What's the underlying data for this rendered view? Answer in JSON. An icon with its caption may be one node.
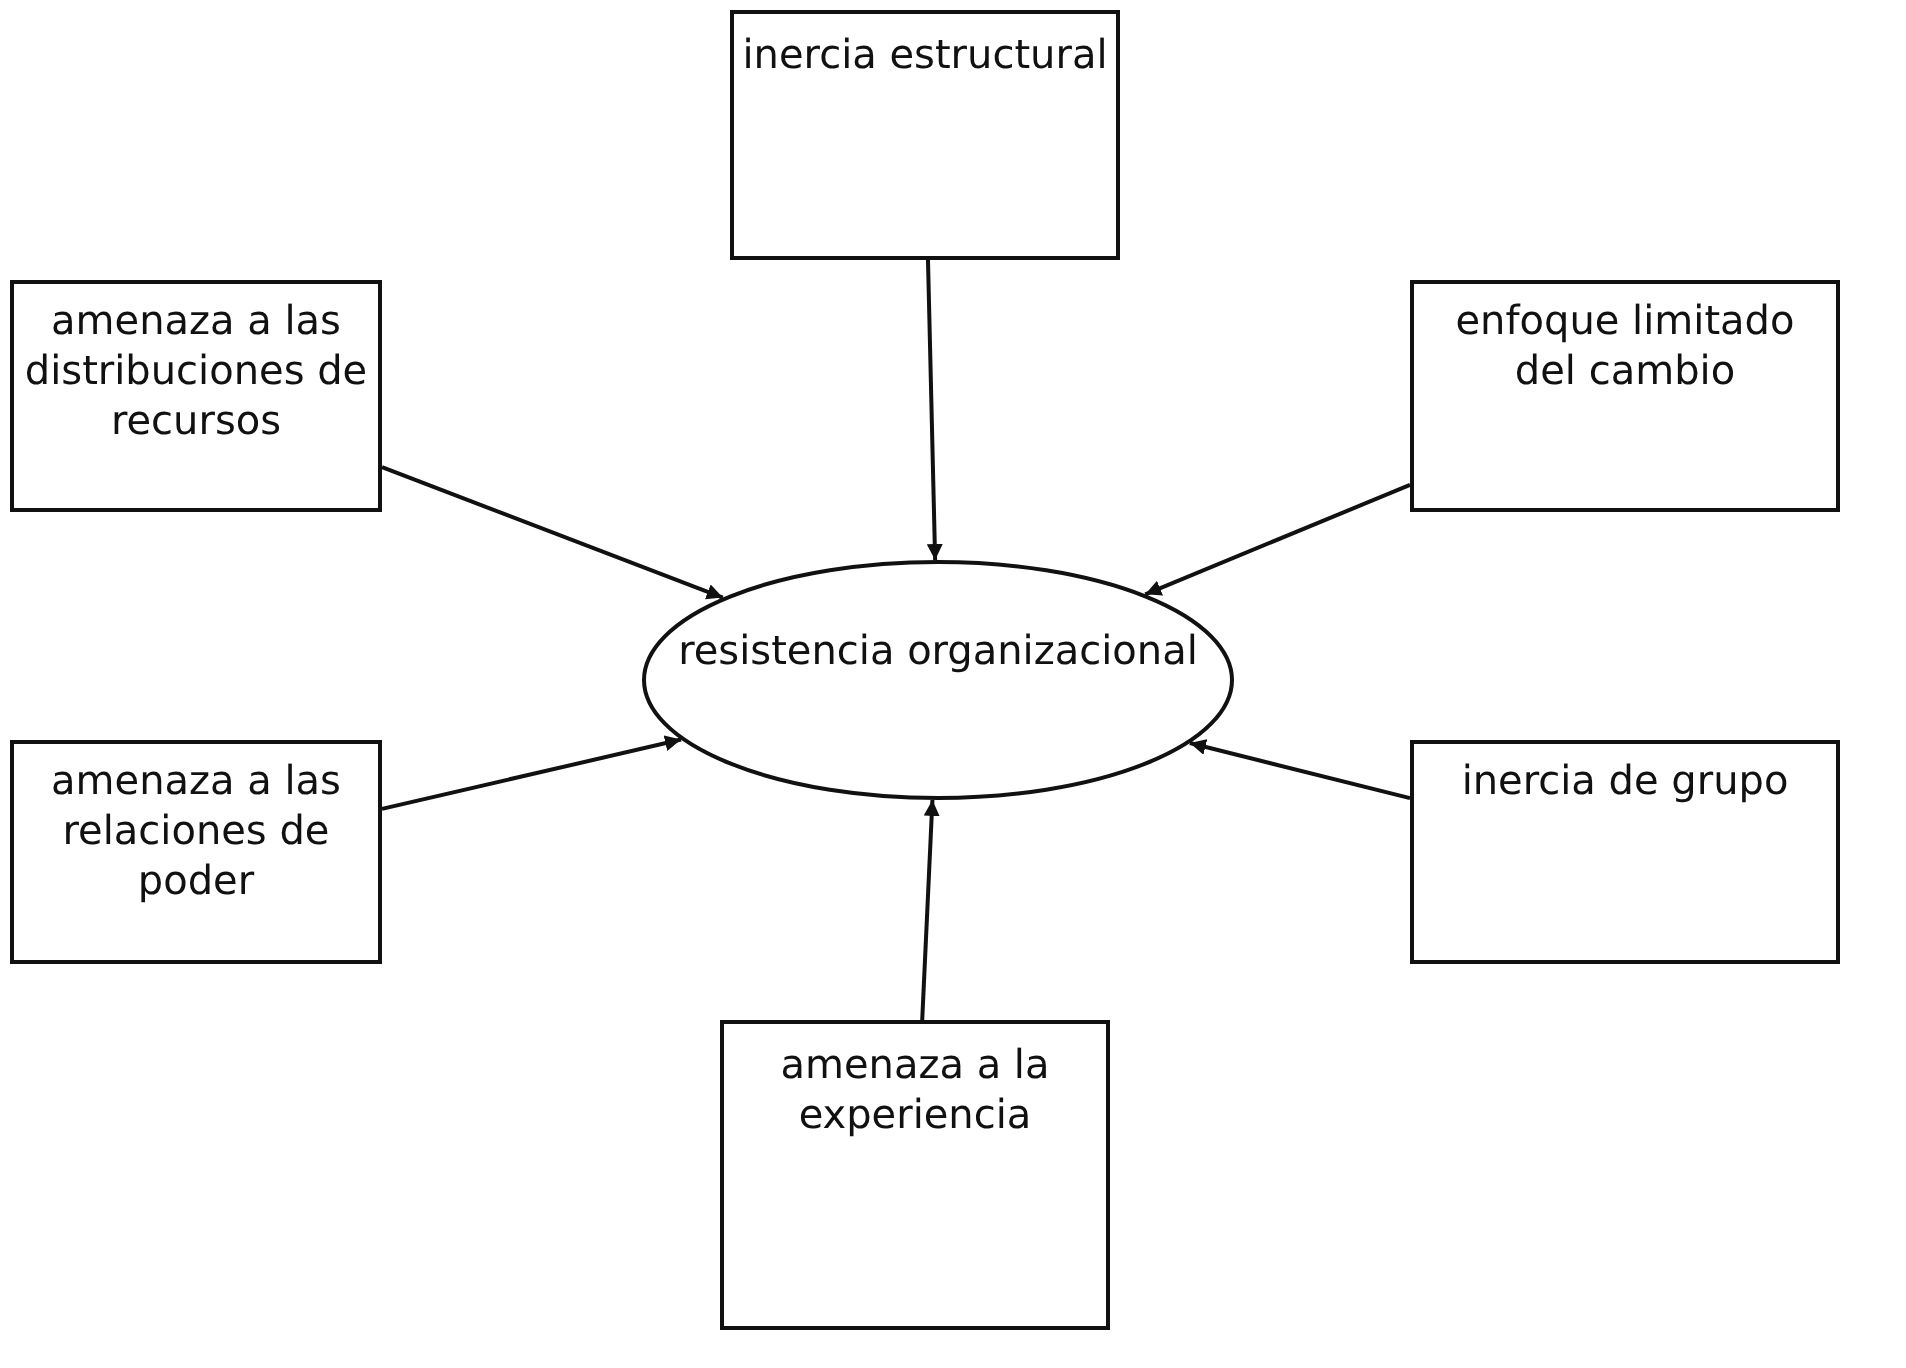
{
  "diagram": {
    "nodes": [
      {
        "text": [
          "inercia estructural"
        ]
      },
      {
        "text": [
          "amenaza a las distribuciones de recursos"
        ]
      },
      {
        "text": [
          "enfoque limitado del cambio"
        ]
      },
      {
        "text": [
          "resistencia organizacional"
        ]
      },
      {
        "text": [
          "amenaza a las relaciones de poder"
        ]
      },
      {
        "text": [
          "inercia de grupo"
        ]
      },
      {
        "text": [
          "amenaza a la experiencia"
        ]
      }
    ],
    "edges": [
      {
        "from": 0,
        "to": 3,
        "arrow": "to"
      },
      {
        "from": 1,
        "to": 3,
        "arrow": "to"
      },
      {
        "from": 2,
        "to": 3,
        "arrow": "to"
      },
      {
        "from": 4,
        "to": 3,
        "arrow": "to"
      },
      {
        "from": 5,
        "to": 3,
        "arrow": "to"
      },
      {
        "from": 6,
        "to": 3,
        "arrow": "to"
      }
    ]
  }
}
